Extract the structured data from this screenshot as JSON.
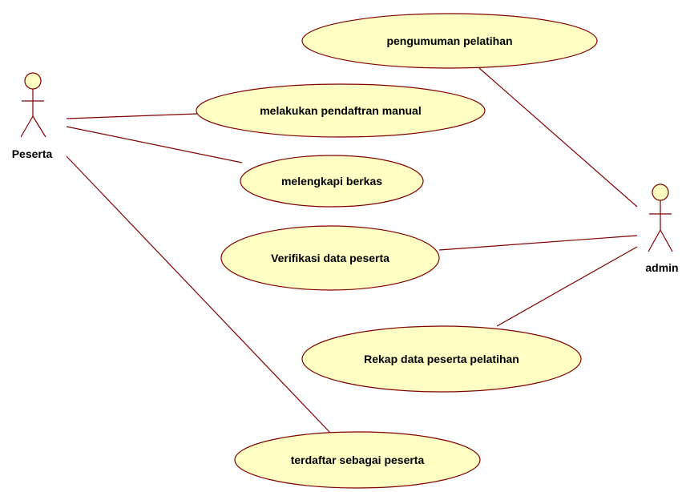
{
  "colors": {
    "use_case_fill": "#ffffc4",
    "stroke": "#800000",
    "line": "#800000",
    "text": "#000000",
    "background": "#ffffff"
  },
  "actors": [
    {
      "id": "peserta",
      "label": "Peserta"
    },
    {
      "id": "admin",
      "label": "admin"
    }
  ],
  "use_cases": [
    {
      "id": "pengumuman",
      "label": "pengumuman pelatihan"
    },
    {
      "id": "pendaftaran",
      "label": "melakukan pendaftran manual"
    },
    {
      "id": "berkas",
      "label": "melengkapi berkas"
    },
    {
      "id": "verifikasi",
      "label": "Verifikasi data peserta"
    },
    {
      "id": "rekap",
      "label": "Rekap data peserta pelatihan"
    },
    {
      "id": "terdaftar",
      "label": "terdaftar sebagai peserta"
    }
  ],
  "associations": [
    {
      "from": "peserta",
      "to": "pendaftaran"
    },
    {
      "from": "peserta",
      "to": "berkas"
    },
    {
      "from": "peserta",
      "to": "terdaftar"
    },
    {
      "from": "admin",
      "to": "pengumuman"
    },
    {
      "from": "admin",
      "to": "verifikasi"
    },
    {
      "from": "admin",
      "to": "rekap"
    }
  ]
}
